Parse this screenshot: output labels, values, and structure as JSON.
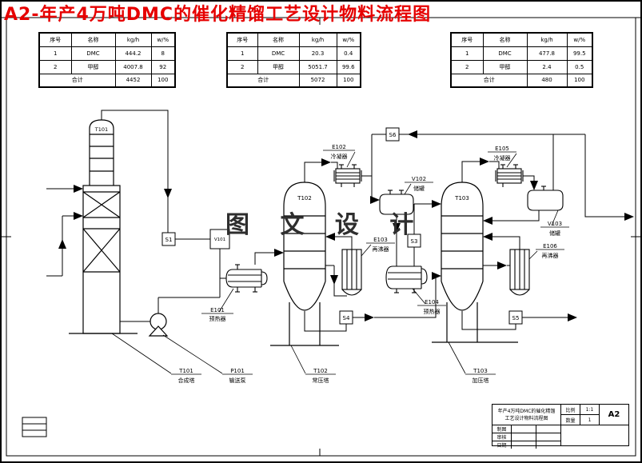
{
  "title": "A2-年产4万吨DMC的催化精馏工艺设计物料流程图",
  "watermark": "图 文 设 计",
  "colors": {
    "title_red": "#e60000",
    "line": "#000000",
    "background": "#ffffff"
  },
  "tables": [
    {
      "headers": [
        "序号",
        "名称",
        "kg/h",
        "w/%"
      ],
      "rows": [
        [
          "1",
          "DMC",
          "444.2",
          "8"
        ],
        [
          "2",
          "甲醇",
          "4007.8",
          "92"
        ]
      ],
      "total_label": "合计",
      "total_kgh": "4452",
      "total_w": "100"
    },
    {
      "headers": [
        "序号",
        "名称",
        "kg/h",
        "w/%"
      ],
      "rows": [
        [
          "1",
          "DMC",
          "20.3",
          "0.4"
        ],
        [
          "2",
          "甲醇",
          "5051.7",
          "99.6"
        ]
      ],
      "total_label": "合计",
      "total_kgh": "5072",
      "total_w": "100"
    },
    {
      "headers": [
        "序号",
        "名称",
        "kg/h",
        "w/%"
      ],
      "rows": [
        [
          "1",
          "DMC",
          "477.8",
          "99.5"
        ],
        [
          "2",
          "甲醇",
          "2.4",
          "0.5"
        ]
      ],
      "total_label": "合计",
      "total_kgh": "480",
      "total_w": "100"
    }
  ],
  "equipment": {
    "t101": {
      "tag": "T101",
      "name": "合成塔"
    },
    "p101": {
      "tag": "P101",
      "name": "输送泵"
    },
    "v101": {
      "tag": "V101"
    },
    "e101": {
      "tag": "E101",
      "name": "预热器"
    },
    "t102": {
      "tag": "T102",
      "name": "常压塔"
    },
    "e102": {
      "tag": "E102",
      "name": "冷凝器"
    },
    "e103": {
      "tag": "E103",
      "name": "再沸器"
    },
    "v102": {
      "tag": "V102",
      "name": "储罐"
    },
    "e104": {
      "tag": "E104",
      "name": "预热器"
    },
    "t103": {
      "tag": "T103",
      "name": "加压塔"
    },
    "e105": {
      "tag": "E105",
      "name": "冷凝器"
    },
    "e106": {
      "tag": "E106",
      "name": "再沸器"
    },
    "v103": {
      "tag": "V103",
      "name": "储罐"
    }
  },
  "streams": {
    "s1": "S1",
    "s3": "S3",
    "s4": "S4",
    "s5": "S5",
    "s6": "S6"
  },
  "titleblock": {
    "line1": "年产4万吨DMC的催化精馏",
    "line2": "工艺设计物料流程图",
    "scale_label": "比例",
    "scale_value": "1:1",
    "qty_label": "数量",
    "qty_value": "1",
    "size": "A2",
    "row_labels": [
      "制图",
      "审核",
      "日期"
    ]
  }
}
